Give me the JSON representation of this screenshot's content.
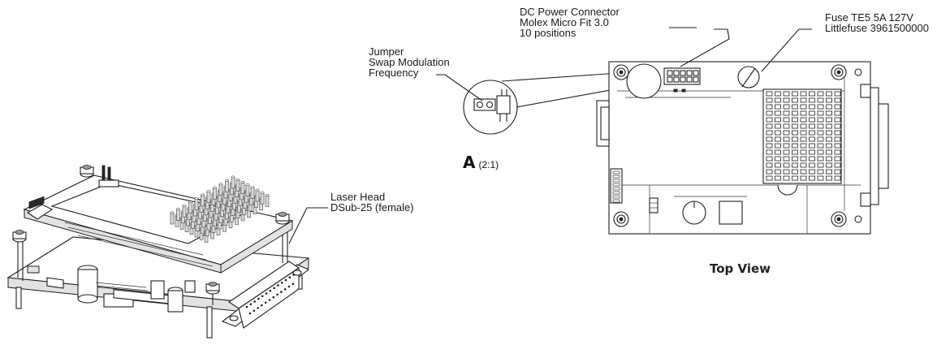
{
  "labels": {
    "dc_connector": [
      "DC Power Connector",
      "Molex Micro Fit 3.0",
      "10 positions"
    ],
    "fuse": [
      "Fuse TE5 5A 127V",
      "Littlefuse 3961500000"
    ],
    "jumper": [
      "Jumper",
      "Swap Modulation",
      "Frequency"
    ],
    "laser_head": [
      "Laser Head",
      "DSub-25 (female)"
    ]
  },
  "detail": {
    "letter": "A",
    "scale": "(2:1)"
  },
  "top_view_title": "Top View"
}
